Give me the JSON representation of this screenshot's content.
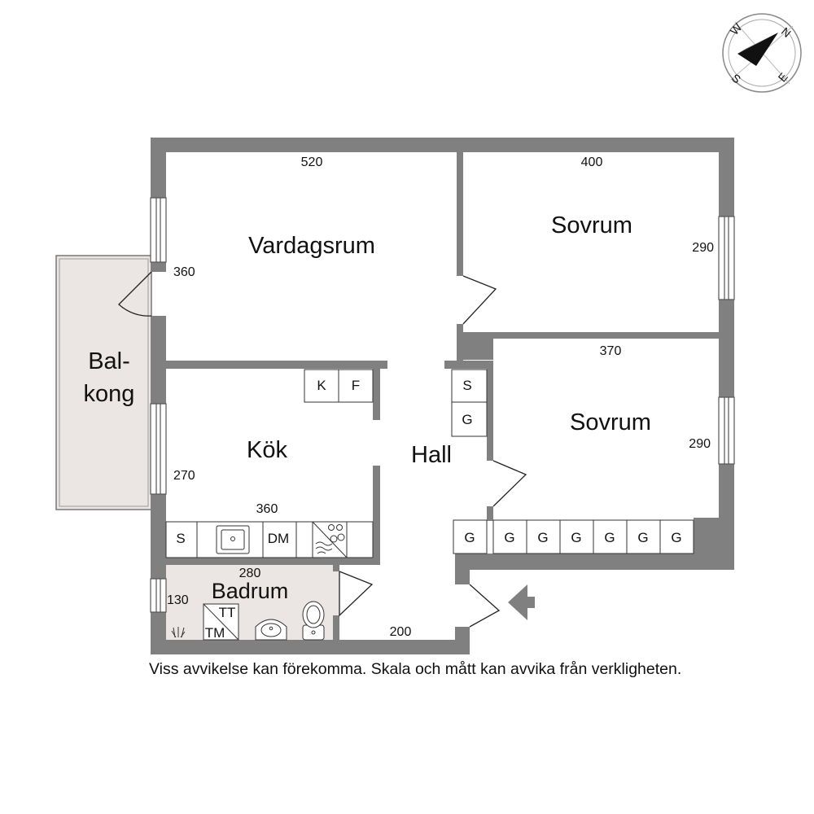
{
  "colors": {
    "wall": "#808080",
    "balcony": "#ebe6e3",
    "bathroom": "#ebe6e3",
    "floor": "#ffffff",
    "line": "#222222"
  },
  "compass": {
    "n": "N",
    "e": "E",
    "s": "S",
    "w": "W"
  },
  "rooms": {
    "vardagsrum": "Vardagsrum",
    "sovrum1": "Sovrum",
    "sovrum2": "Sovrum",
    "kok": "Kök",
    "hall": "Hall",
    "badrum": "Badrum",
    "balkong_line1": "Bal-",
    "balkong_line2": "kong"
  },
  "dimensions": {
    "vardagsrum_width": "520",
    "vardagsrum_depth": "360",
    "sovrum1_width": "400",
    "sovrum1_depth": "290",
    "sovrum2_width": "370",
    "sovrum2_depth": "290",
    "kok_width": "360",
    "kok_depth": "270",
    "badrum_width": "280",
    "badrum_depth": "130",
    "hall_width": "200"
  },
  "fixtures": {
    "fridge": "K",
    "freezer": "F",
    "sink_cabinet": "S",
    "dishwasher": "DM",
    "hall_wardrobe_1": "S",
    "hall_wardrobe_2": "G",
    "bedroom_wardrobes": [
      "G",
      "G",
      "G",
      "G",
      "G",
      "G",
      "G"
    ],
    "dryer": "TT",
    "washer": "TM"
  },
  "entrance_icon": "entrance-arrow-icon",
  "disclaimer": "Viss avvikelse kan förekomma. Skala och mått kan avvika från verkligheten."
}
